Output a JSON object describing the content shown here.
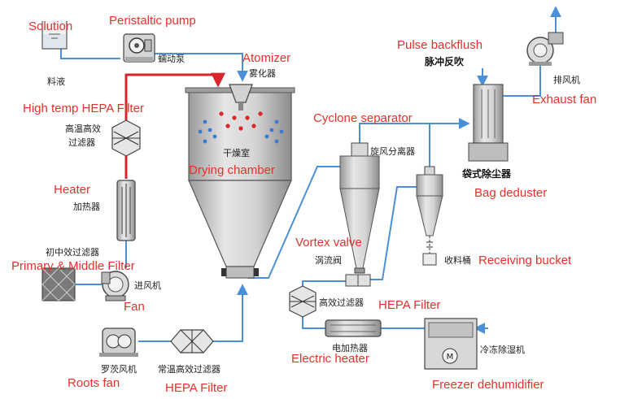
{
  "labels_en": {
    "solution": "Solution",
    "peristaltic_pump": "Peristaltic pump",
    "atomizer": "Atomizer",
    "high_temp_hepa": "High temp HEPA Filter",
    "heater": "Heater",
    "drying_chamber": "Drying chamber",
    "primary_middle_filter": "Primary & Middle Filter",
    "fan": "Fan",
    "roots_fan": "Roots fan",
    "hepa_filter_bottom": "HEPA Filter",
    "cyclone_separator": "Cyclone separator",
    "vortex_valve": "Vortex valve",
    "hepa_filter_mid": "HEPA Filter",
    "electric_heater": "Electric heater",
    "freezer_dehumidifier": "Freezer dehumidifier",
    "pulse_backflush": "Pulse backflush",
    "exhaust_fan": "Exhaust fan",
    "bag_deduster": "Bag deduster",
    "receiving_bucket": "Receiving bucket"
  },
  "labels_zh": {
    "solution": "料液",
    "peristaltic_pump": "蠕动泵",
    "atomizer": "雾化器",
    "high_temp_hepa_line1": "高温高效",
    "high_temp_hepa_line2": "过滤器",
    "heater": "加热器",
    "drying_chamber": "干燥室",
    "primary_middle_filter": "初中效过滤器",
    "fan": "进风机",
    "roots_fan": "罗茨风机",
    "hepa_filter_bottom": "常温高效过滤器",
    "cyclone_separator": "旋风分离器",
    "vortex_valve": "涡流阀",
    "hepa_filter_mid": "高效过滤器",
    "electric_heater": "电加热器",
    "freezer_dehumidifier": "冷冻除湿机",
    "pulse_backflush": "脉冲反吹",
    "exhaust_fan": "排风机",
    "bag_deduster": "袋式除尘器",
    "receiving_bucket": "收料桶"
  },
  "motor_symbol": "M",
  "colors": {
    "label_en": "#e8302a",
    "pipe": "#4a90d9",
    "hot_pipe": "#d8242a",
    "spray_red": "#e02525",
    "spray_blue": "#3a78d6"
  }
}
